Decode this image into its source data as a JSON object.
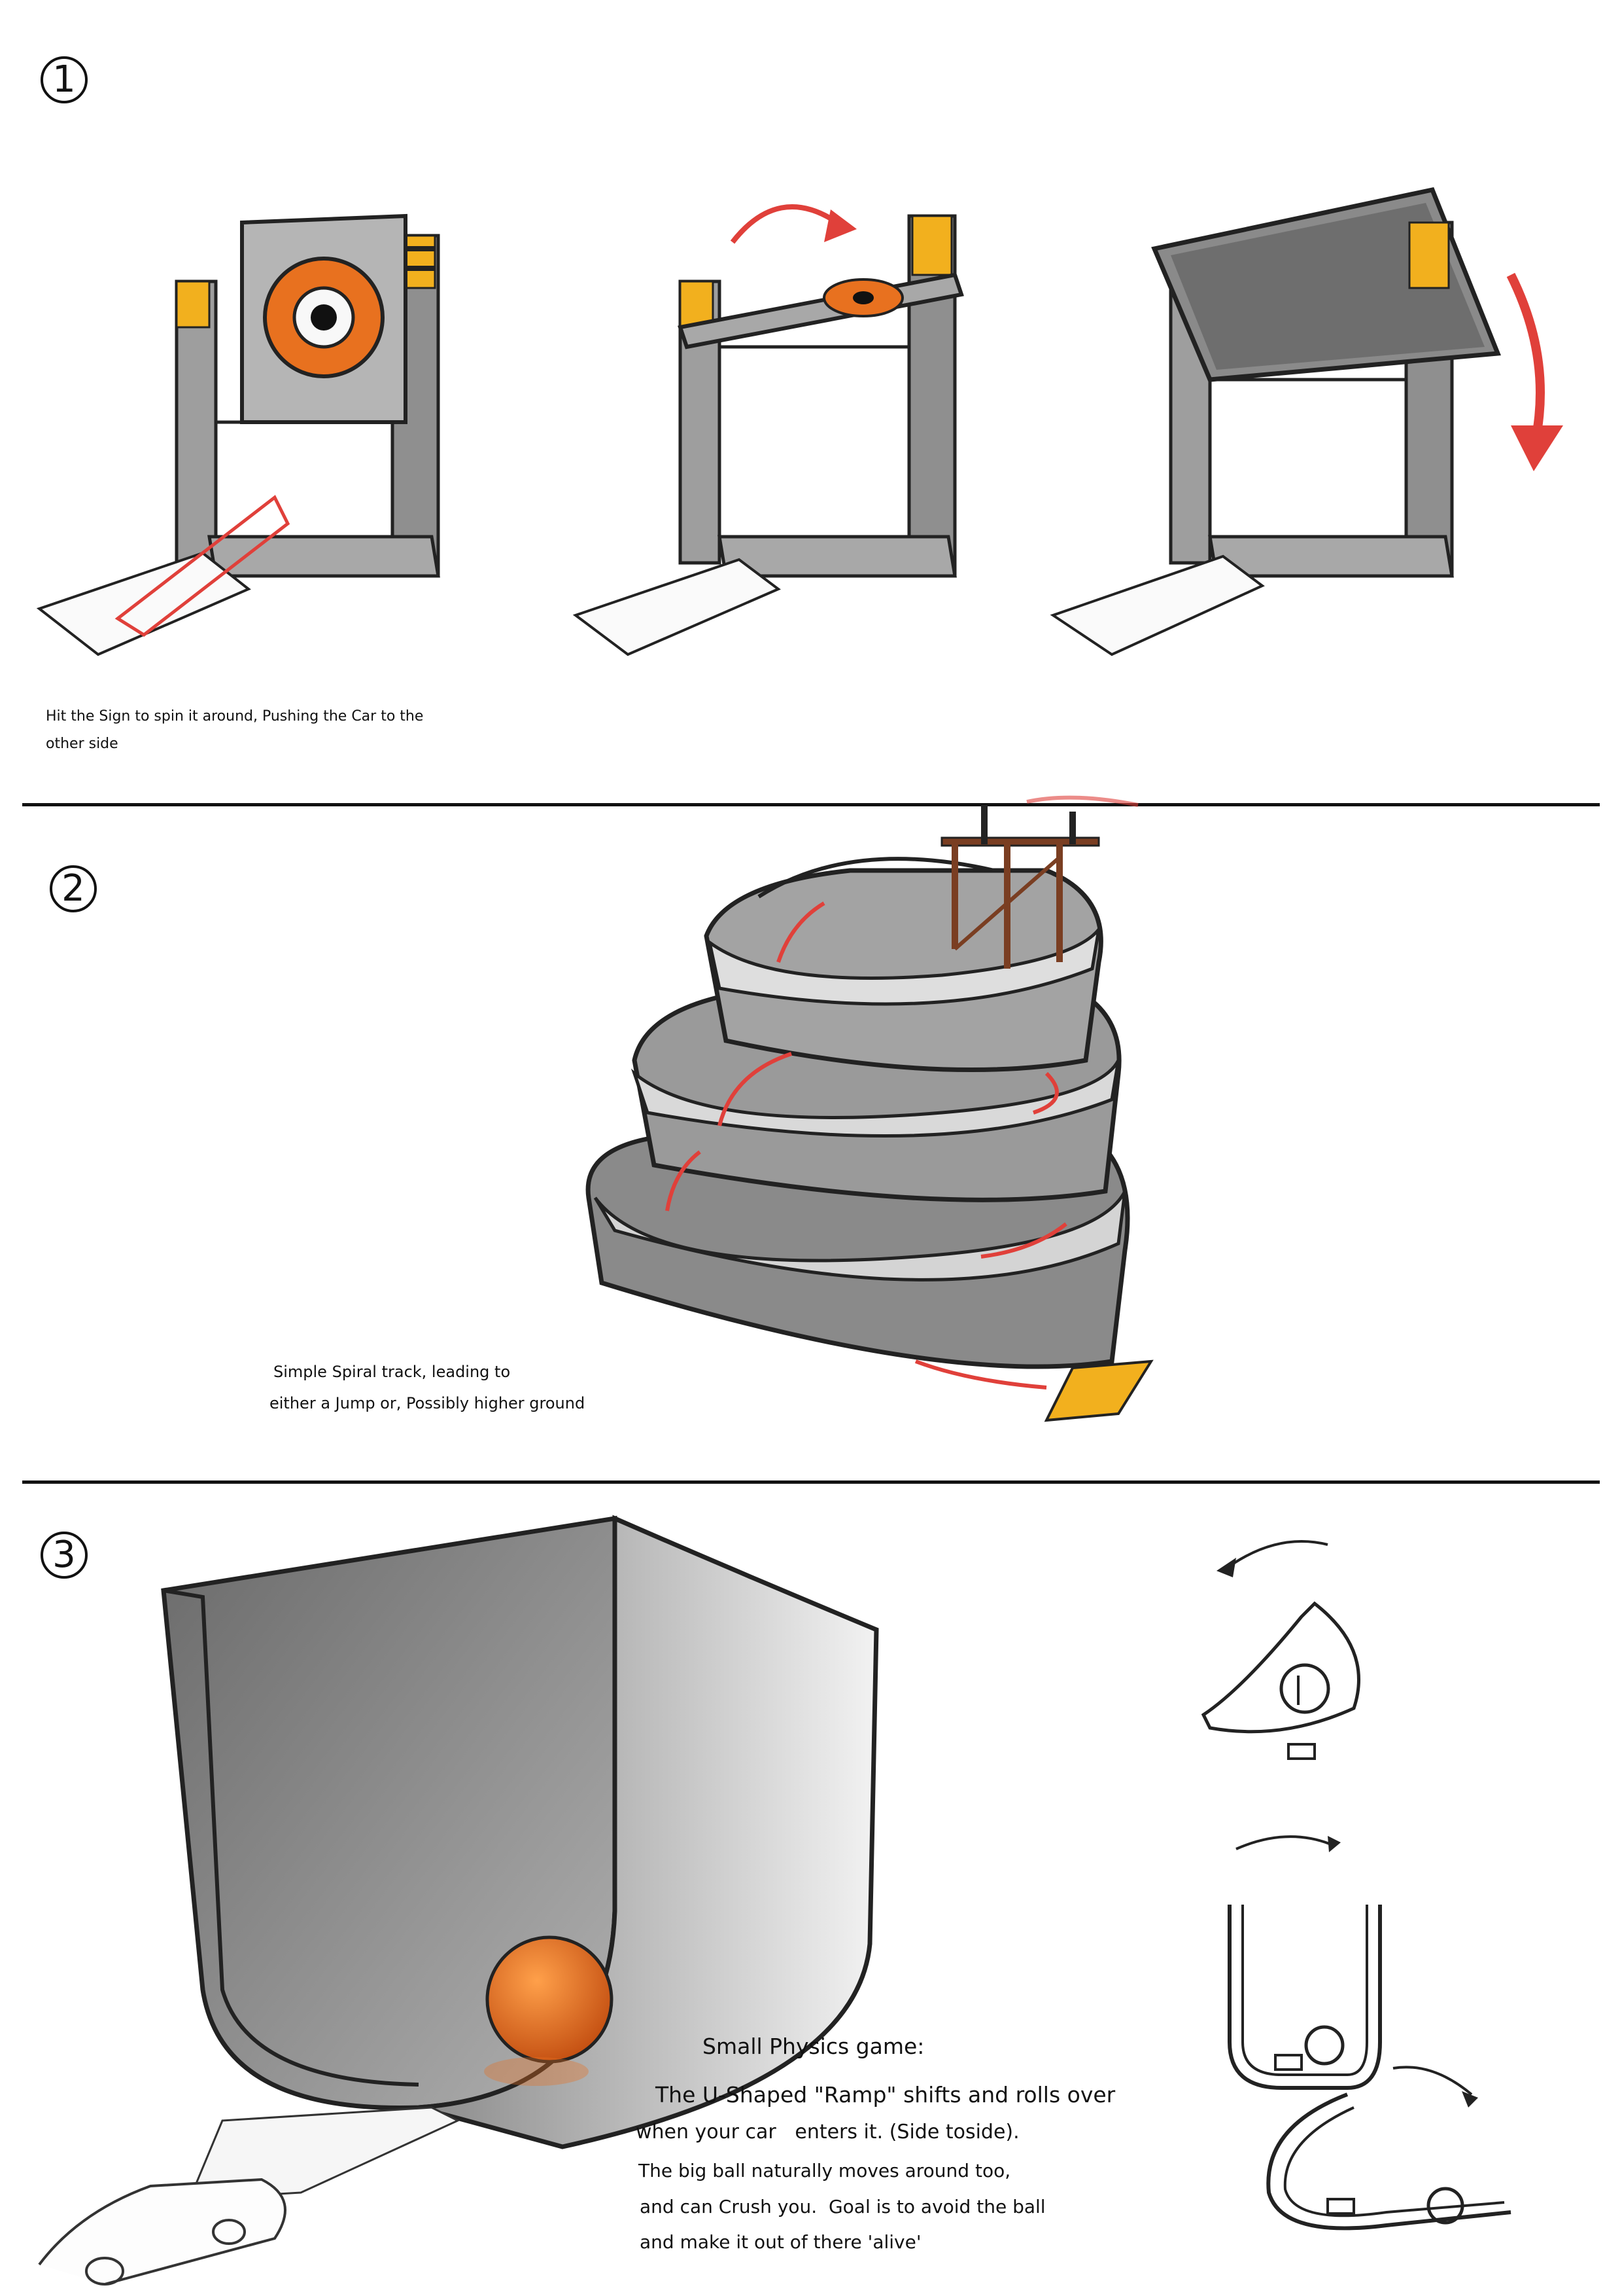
{
  "sections": [
    {
      "number": "1",
      "note": [
        "Hit the Sign to spin it around, Pushing the Car to the",
        "other side"
      ]
    },
    {
      "number": "2",
      "note": [
        "Simple Spiral track, leading to",
        "either a Jump or, Possibly higher ground"
      ]
    },
    {
      "number": "3",
      "note": [
        "Small Physics game:",
        "The U-Shaped \"Ramp\" shifts and rolls over",
        "when your car   enters it. (Side toside).",
        "The big ball naturally moves around too,",
        "and can Crush you.  Goal is to avoid the ball",
        "and make it out of there 'alive'"
      ]
    }
  ],
  "colors": {
    "accent_orange": "#e8711f",
    "arrow_red": "#e0403a",
    "hazard_yellow": "#f2b01e",
    "metal_gray": "#9a9a9a",
    "ink": "#111111"
  }
}
